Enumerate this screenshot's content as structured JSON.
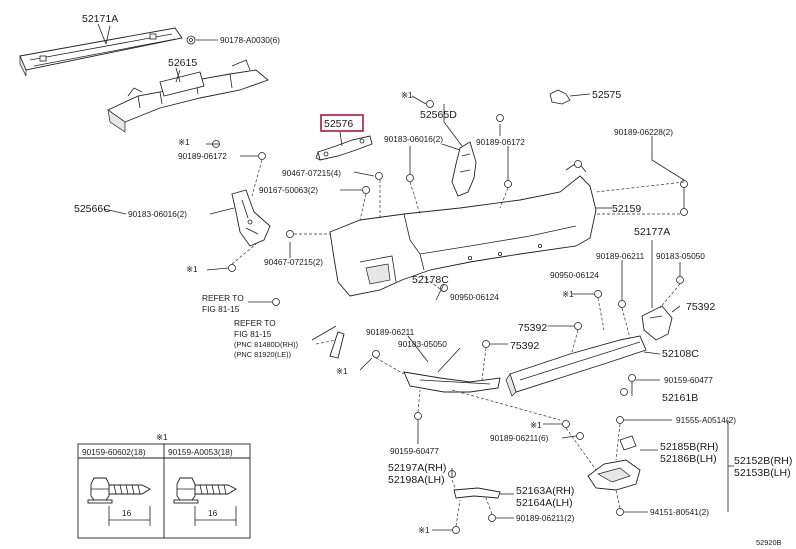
{
  "parts": {
    "p52171A": "52171A",
    "p90178": "90178-A0030(6)",
    "p52615": "52615",
    "p52576": "52576",
    "p52565D": "52565D",
    "p52575": "52575",
    "p90183_2a": "90183-06016(2)",
    "p90189_6172b": "90189-06172",
    "p90189_6172a": "90189-06172",
    "p90189_6228": "90189-06228(2)",
    "p90467_4": "90467-07215(4)",
    "p90167": "90167-50063(2)",
    "p52566C": "52566C",
    "p90183_2b": "90183-06016(2)",
    "p52159": "52159",
    "p52177A": "52177A",
    "p90467_2": "90467-07215(2)",
    "p90189_6211a": "90189-06211",
    "p90183_5050a": "90183-05050",
    "p90950": "90950-06124",
    "p52178C": "52178C",
    "p90950b": "90950-06124",
    "p75392a": "75392",
    "p75392b": "75392",
    "p75392c": "75392",
    "p90189_6211b": "90189-06211",
    "p90183_5050b": "90183-05050",
    "p52108C": "52108C",
    "p90159_60477a": "90159-60477",
    "p52161B": "52161B",
    "p90159_60477b": "90159-60477",
    "p90189_6211_6": "90189-06211(6)",
    "p91555": "91555-A0514(2)",
    "p52185B": "52185B(RH)",
    "p52186B": "52186B(LH)",
    "p52152B": "52152B(RH)",
    "p52153B": "52153B(LH)",
    "p52197A": "52197A(RH)",
    "p52198A": "52198A(LH)",
    "p52163A": "52163A(RH)",
    "p52164A": "52164A(LH)",
    "p90189_6211_2": "90189-06211(2)",
    "p94151": "94151-80541(2)"
  },
  "refs": {
    "ref1_a": "REFER TO",
    "ref1_b": "FIG 81-15",
    "ref2_a": "REFER TO",
    "ref2_b": "FIG 81-15",
    "ref2_c": "(PNC 81480D(RH))",
    "ref2_d": "(PNC 81920(LE))"
  },
  "marks": {
    "star1": "※1"
  },
  "legend": {
    "title": "※1",
    "left_part": "90159-60602(18)",
    "right_part": "90159-A0053(18)",
    "left_dim": "16",
    "right_dim": "16"
  },
  "diagram_id": "52920B"
}
